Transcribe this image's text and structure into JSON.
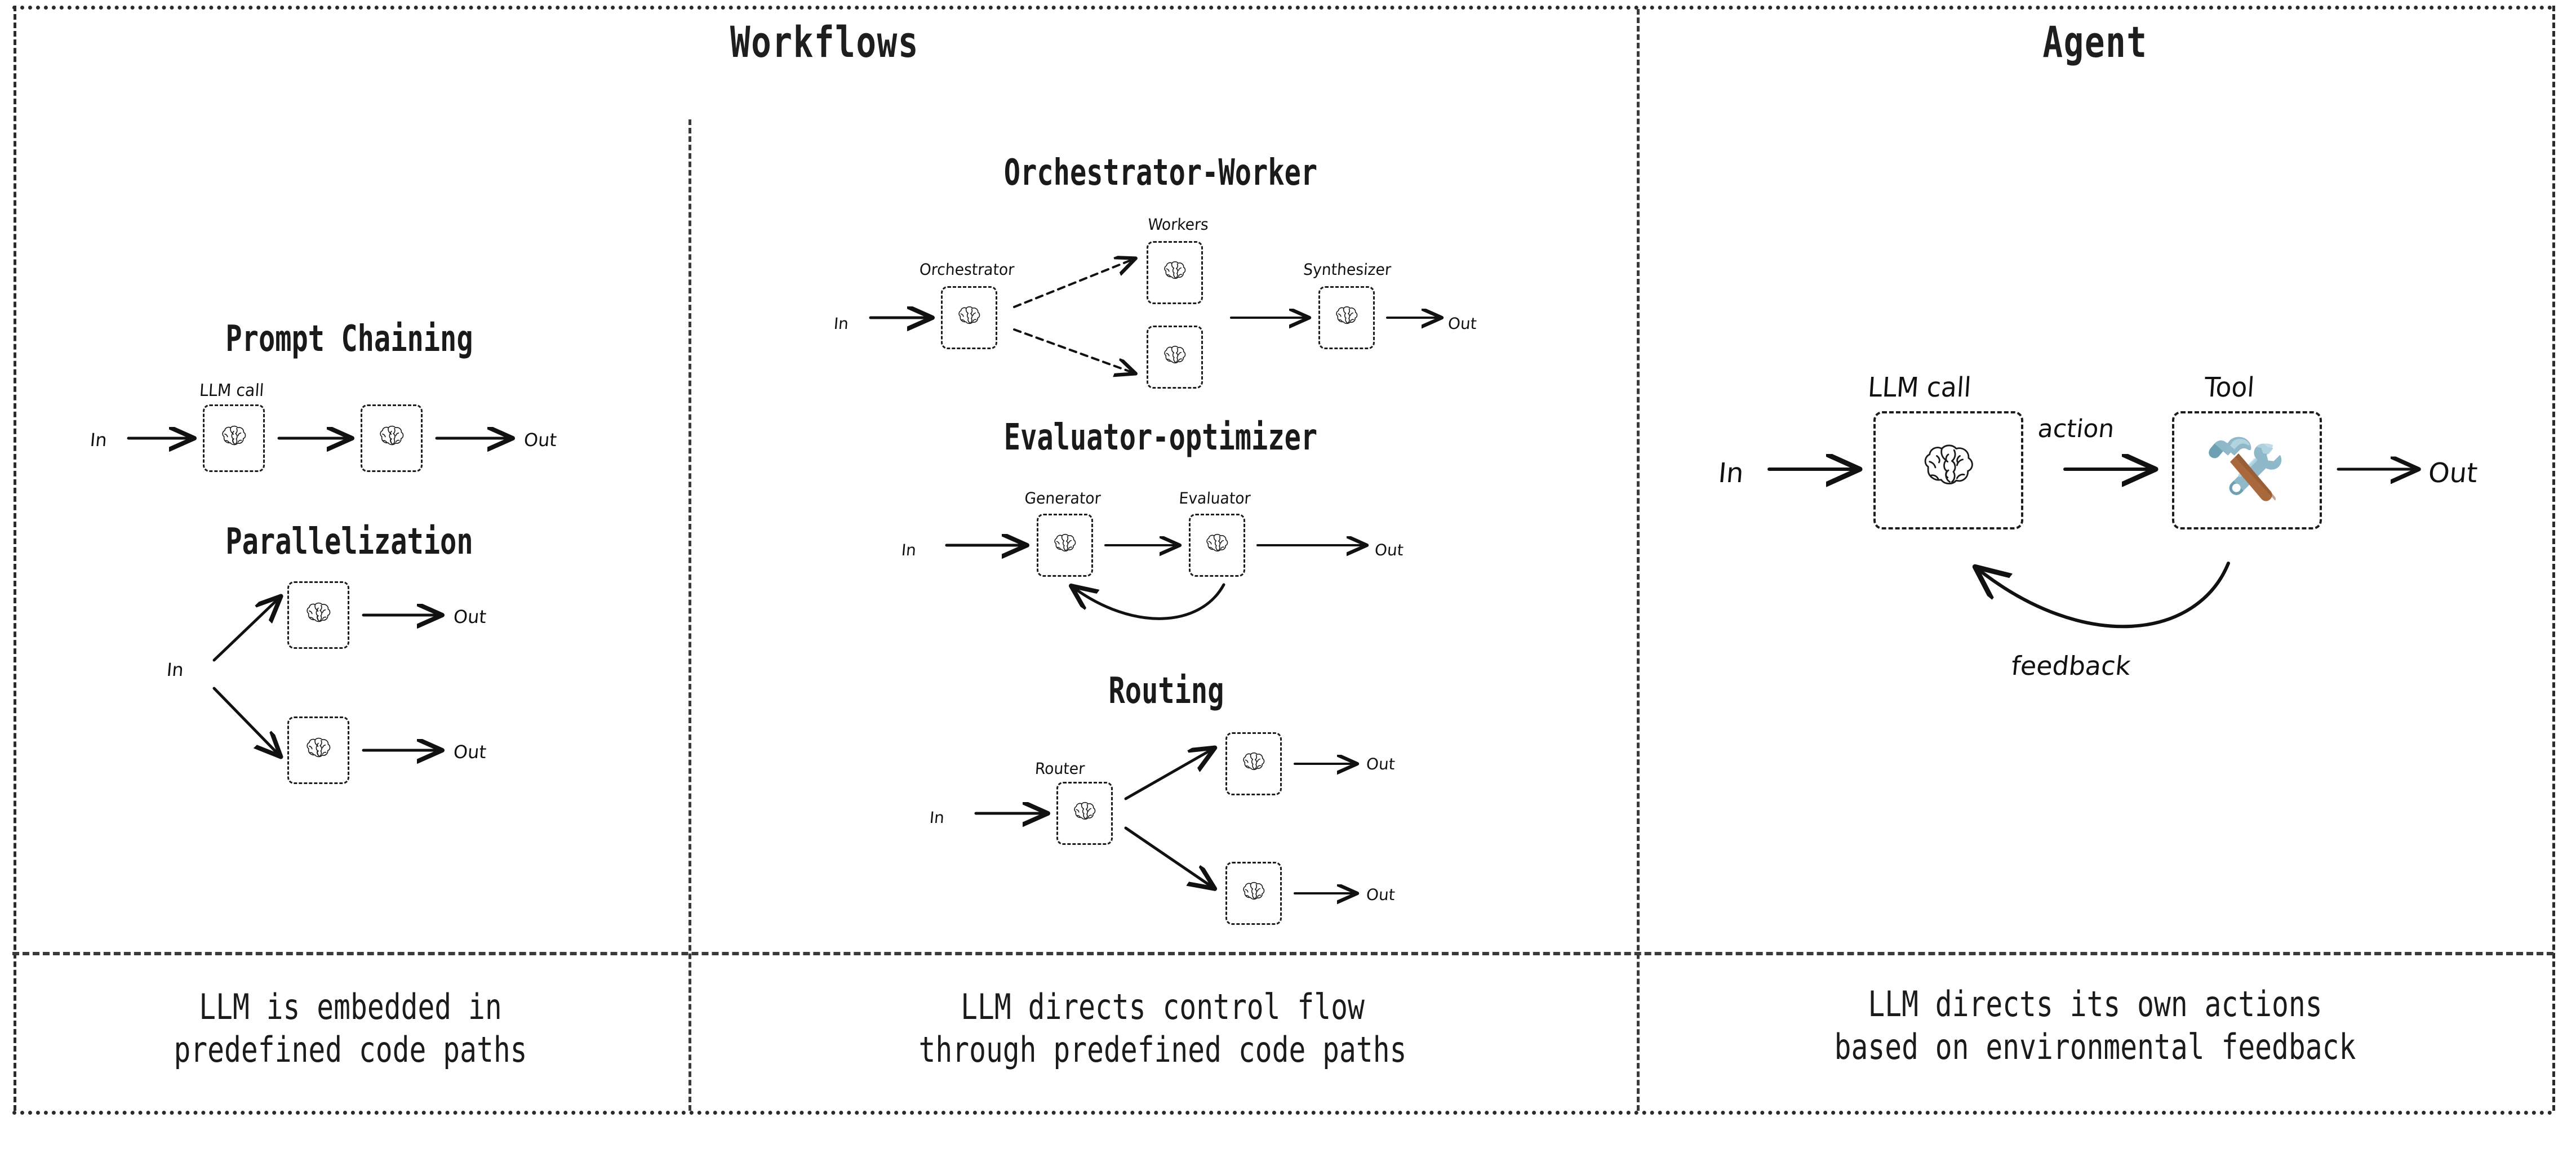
{
  "columns": [
    {
      "id": "workflows",
      "title": "Workflows",
      "caption": "LLM is embedded in\npredefined code paths"
    },
    {
      "id": "workflows-2",
      "title": "",
      "caption": "LLM directs control flow\nthrough predefined code paths"
    },
    {
      "id": "agent",
      "title": "Agent",
      "caption": "LLM directs its own actions\nbased on environmental feedback"
    }
  ],
  "header": {
    "workflows_title": "Workflows",
    "agent_title": "Agent"
  },
  "patterns": {
    "prompt_chaining": {
      "title": "Prompt Chaining",
      "in": "In",
      "out": "Out",
      "node_label": "LLM call",
      "nodes": [
        "llm-call-1",
        "llm-call-2"
      ]
    },
    "parallelization": {
      "title": "Parallelization",
      "in": "In",
      "out_top": "Out",
      "out_bottom": "Out"
    },
    "orchestrator_worker": {
      "title": "Orchestrator-Worker",
      "in": "In",
      "out": "Out",
      "orchestrator_label": "Orchestrator",
      "workers_label": "Workers",
      "synthesizer_label": "Synthesizer"
    },
    "evaluator_optimizer": {
      "title": "Evaluator-optimizer",
      "in": "In",
      "out": "Out",
      "generator_label": "Generator",
      "evaluator_label": "Evaluator"
    },
    "routing": {
      "title": "Routing",
      "in": "In",
      "router_label": "Router",
      "out_top": "Out",
      "out_bottom": "Out"
    },
    "agent": {
      "in": "In",
      "out": "Out",
      "llm_call_label": "LLM call",
      "tool_label": "Tool",
      "action_label": "action",
      "feedback_label": "feedback"
    }
  },
  "icons": {
    "brain": "brain-icon",
    "tool": "hammer-and-wrench-icon"
  },
  "colors": {
    "ink": "#1d1d1d",
    "border": "#3a3a3a",
    "tool_metal": "#8fb9c9",
    "tool_metal_dark": "#6f9fb2",
    "tool_metal_light": "#b6d6e2",
    "tool_handle": "#a9693c",
    "tool_handle_dark": "#8d5630"
  }
}
